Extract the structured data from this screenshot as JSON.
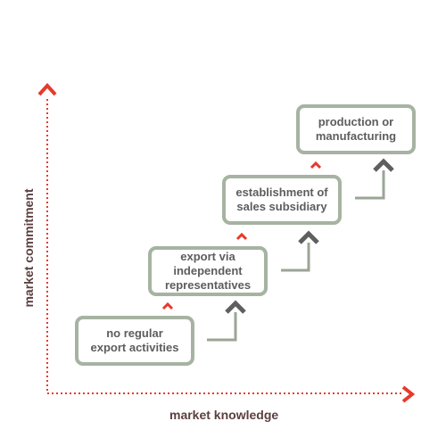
{
  "diagram": {
    "x_axis_label": "market knowledge",
    "y_axis_label": "market commitment",
    "stages": [
      {
        "label": "no regular\nexport activities"
      },
      {
        "label": "export via\nindependent\nrepresentatives"
      },
      {
        "label": "establishment of\nsales subsidiary"
      },
      {
        "label": "production or\nmanufacturing"
      }
    ],
    "colors": {
      "axis": "#e8392b",
      "box_border": "#a7b3a2",
      "box_text": "#5d5d5d",
      "step_arrow": "#5f5f5f",
      "step_line": "#9aa596",
      "commit_marker": "#e8392b",
      "axis_label": "#5b3f3f"
    }
  }
}
